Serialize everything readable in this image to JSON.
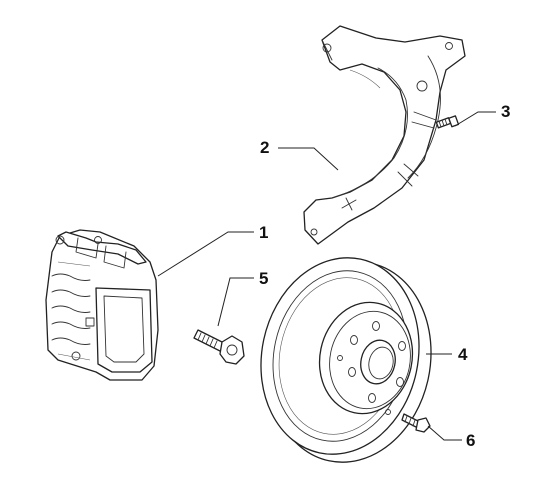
{
  "callouts": {
    "c1": "1",
    "c2": "2",
    "c3": "3",
    "c4": "4",
    "c5": "5",
    "c6": "6"
  },
  "parts": [
    {
      "callout": "1",
      "icon": "brake-caliper-icon"
    },
    {
      "callout": "2",
      "icon": "dust-shield-icon"
    },
    {
      "callout": "3",
      "icon": "screw-icon"
    },
    {
      "callout": "4",
      "icon": "brake-disc-icon"
    },
    {
      "callout": "5",
      "icon": "bolt-icon"
    },
    {
      "callout": "6",
      "icon": "screw-icon"
    }
  ],
  "colors": {
    "line": "#222222",
    "background": "#ffffff"
  }
}
